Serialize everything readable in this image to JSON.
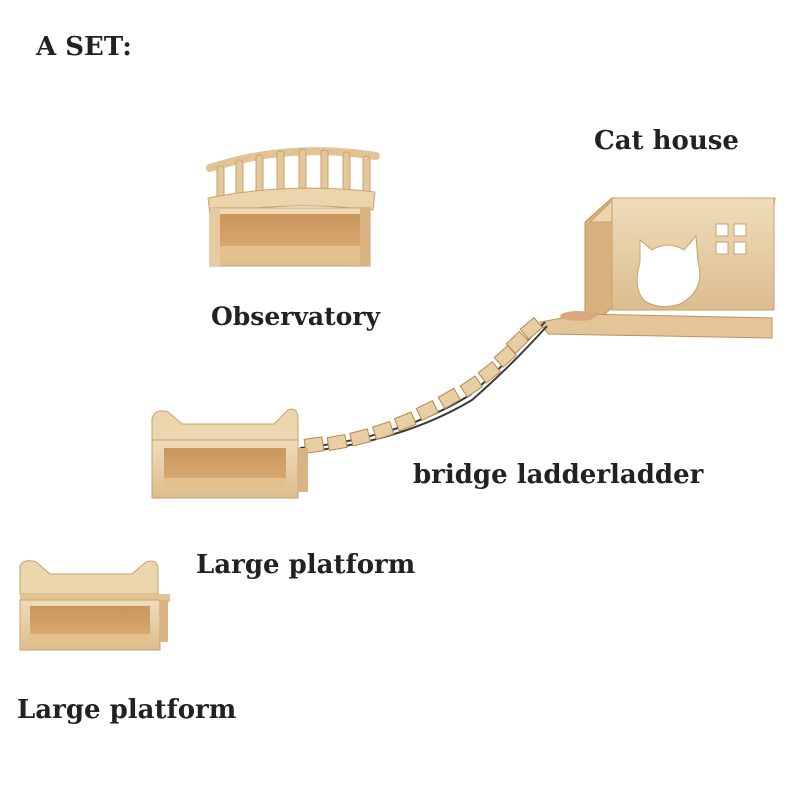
{
  "title": "A SET:",
  "items": {
    "cat_house": "Cat house",
    "observatory": "Observatory",
    "bridge_ladder": "bridge ladderladder",
    "large_platform_1": "Large platform",
    "large_platform_2": "Large platform"
  },
  "colors": {
    "wood_light": "#e9d3ad",
    "wood_mid": "#d9b684",
    "wood_dark": "#b9874f",
    "wood_shadow": "#a97a47",
    "rope": "#3a3a3a",
    "text": "#222222",
    "background": "#ffffff"
  }
}
